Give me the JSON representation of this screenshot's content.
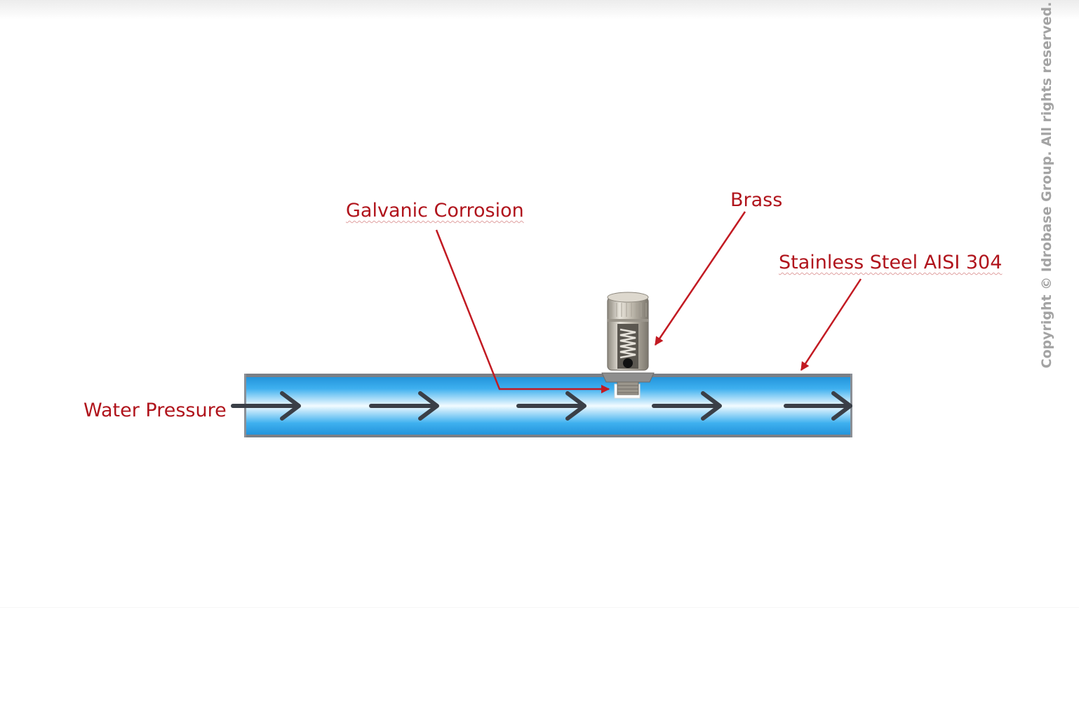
{
  "labels": {
    "galvanic_corrosion": "Galvanic Corrosion",
    "brass": "Brass",
    "stainless_steel": "Stainless Steel AISI 304",
    "water_pressure": "Water Pressure"
  },
  "copyright": "Copyright © Idrobase Group. All rights reserved.",
  "colors": {
    "label_red": "#b0141c",
    "water_blue": "#2aa3e4",
    "pipe_steel": "#7a7f86",
    "flow_arrow": "#3a3f47",
    "brass_nozzle": "#c9c3b8",
    "copyright_gray": "#a3a3a3"
  },
  "icons": {
    "flow_arrow": "right-arrow-icon",
    "nozzle": "brass-nozzle"
  }
}
